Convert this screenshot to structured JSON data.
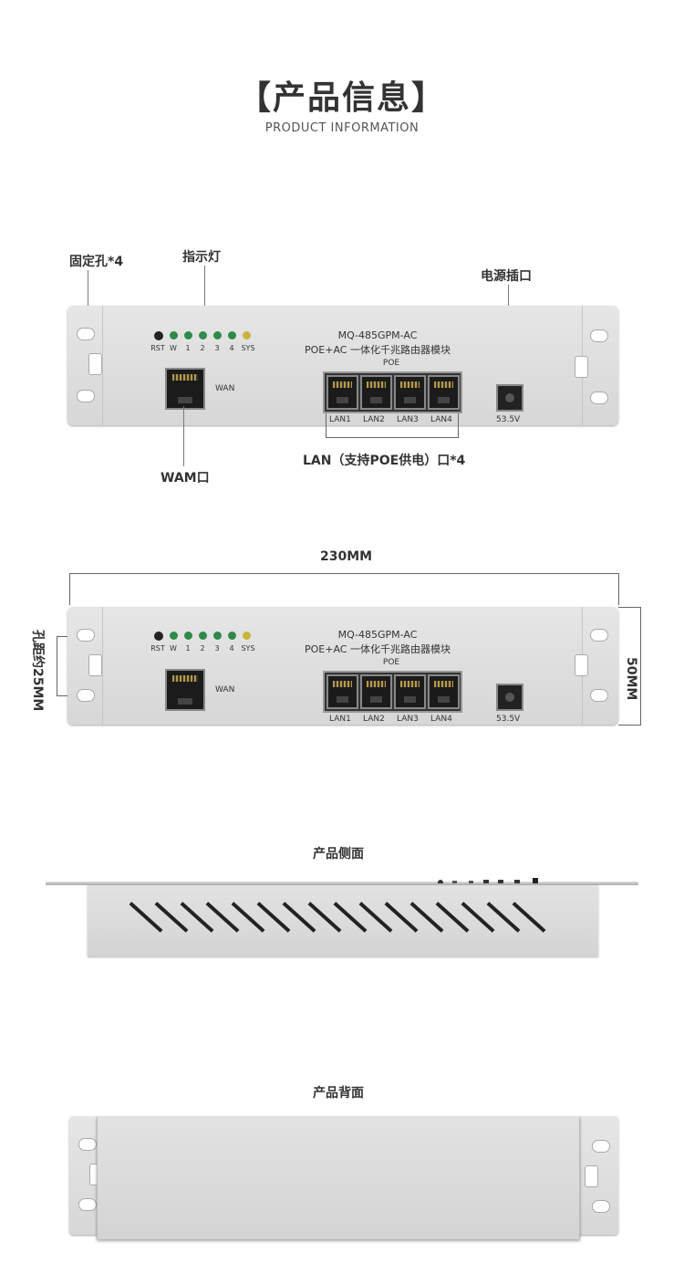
{
  "header": {
    "title": "【产品信息】",
    "subtitle": "PRODUCT INFORMATION"
  },
  "device": {
    "model": "MQ-485GPM-AC",
    "description": "POE+AC 一体化千兆路由器模块",
    "poe_label": "POE",
    "leds": [
      "RST",
      "W",
      "1",
      "2",
      "3",
      "4",
      "SYS"
    ],
    "wan_label": "WAN",
    "lan_ports": [
      "LAN1",
      "LAN2",
      "LAN3",
      "LAN4"
    ],
    "power_label": "53.5V"
  },
  "callouts": {
    "mount_holes": "固定孔*4",
    "indicator": "指示灯",
    "power_port": "电源插口",
    "lan_ports": "LAN（支持POE供电）口*4",
    "wan_port": "WAM口"
  },
  "dimensions": {
    "width": "230MM",
    "height": "50MM",
    "hole_spacing": "孔距约25MM"
  },
  "views": {
    "side": "产品侧面",
    "back": "产品背面"
  }
}
